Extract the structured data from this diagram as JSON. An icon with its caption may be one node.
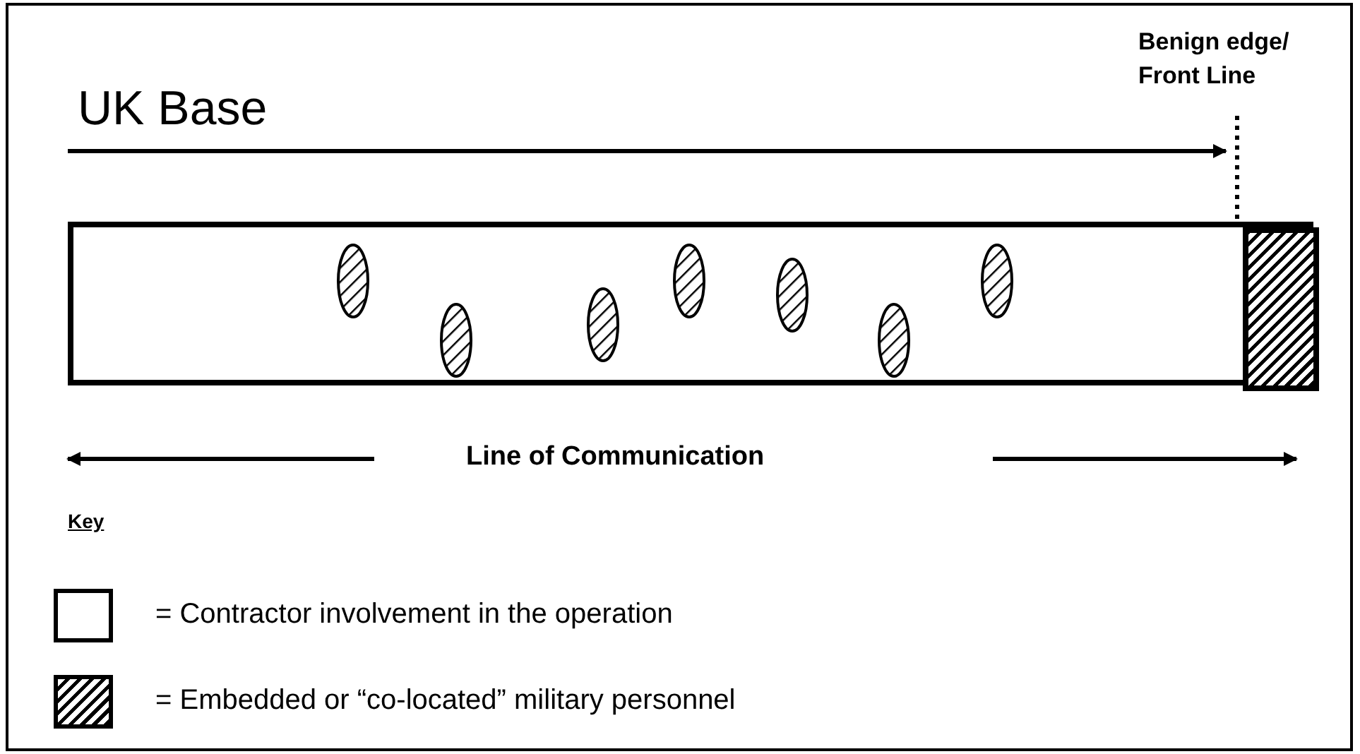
{
  "diagram": {
    "nodes": [
      {
        "text": [],
        "shape": "bar"
      },
      {
        "text": [],
        "shape": "ellipse",
        "in": 0
      },
      {
        "text": [],
        "shape": "ellipse",
        "in": 0
      },
      {
        "text": [],
        "shape": "ellipse",
        "in": 0
      },
      {
        "text": [],
        "shape": "ellipse",
        "in": 0
      },
      {
        "text": [],
        "shape": "ellipse",
        "in": 0
      },
      {
        "text": [],
        "shape": "ellipse",
        "in": 0
      },
      {
        "text": [],
        "shape": "ellipse",
        "in": 0
      },
      {
        "text": [],
        "shape": "box",
        "in": 0
      },
      {
        "text": [
          "Benign edge/ Front Line"
        ]
      }
    ],
    "edges": [
      {
        "from": 9,
        "to": 8,
        "arrow": "none",
        "style": "dashed"
      }
    ],
    "labels": [
      "UK Base",
      "Line of Communication",
      "Key"
    ],
    "legend": [
      {
        "text": "= Contractor involvement in the operation",
        "color": "#ffffff"
      },
      {
        "text": "= Embedded or “co-located” military personnel"
      }
    ]
  }
}
